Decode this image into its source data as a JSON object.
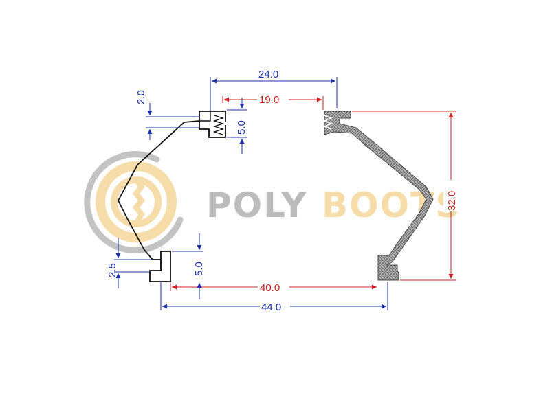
{
  "colors": {
    "dimension_blue": "#1a2fa8",
    "dimension_red": "#d42020",
    "outline": "#111111",
    "section_fill": "#8a8a8a",
    "watermark_gray": "#b8b8b8",
    "watermark_gold": "#f6d9a0"
  },
  "watermark": {
    "brand_part1": "POLY",
    "brand_part2": "BOOTS",
    "logo_icon": "gear-circle-icon"
  },
  "dimensions": {
    "top_width": "24.0",
    "top_inner_width": "19.0",
    "lip_offset": "2.0",
    "top_groove_depth": "5.0",
    "height": "32.0",
    "bottom_inner_width": "40.0",
    "bottom_width": "44.0",
    "bottom_offset": "2.5",
    "bottom_groove_depth": "5.0"
  }
}
